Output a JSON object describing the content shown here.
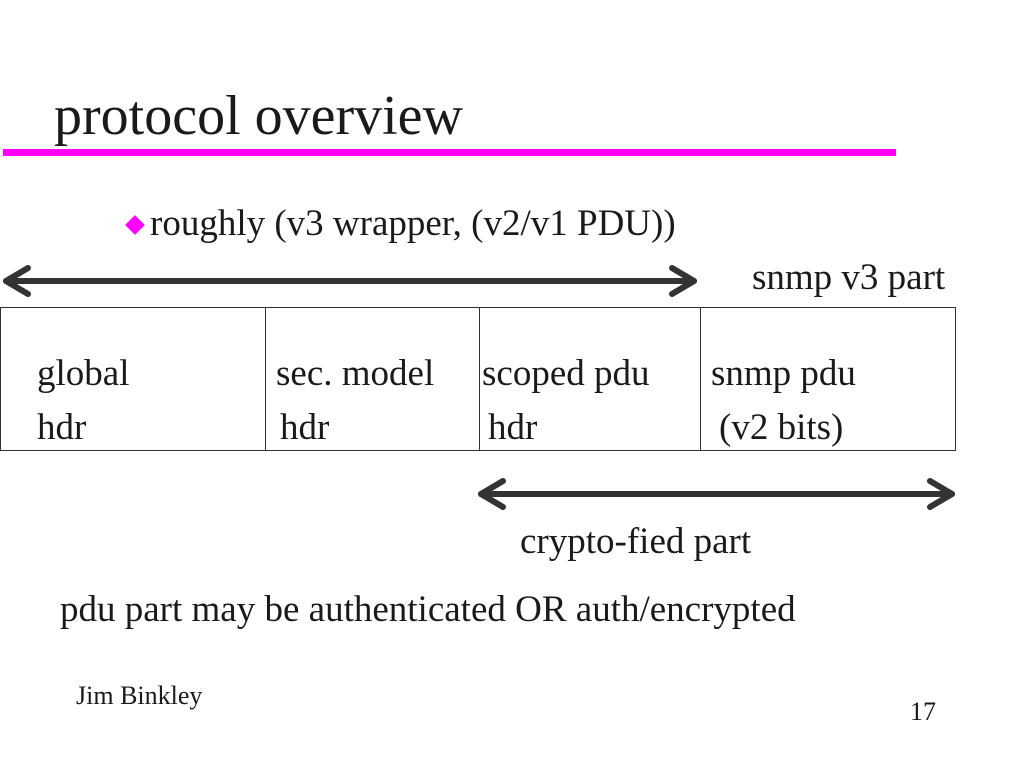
{
  "slide": {
    "title": "protocol overview",
    "bullet": "roughly (v3 wrapper, (v2/v1 PDU))",
    "top_arrow_label": "snmp v3 part",
    "bottom_arrow_label": "crypto-fied part",
    "note": "pdu part may be authenticated OR auth/encrypted",
    "author": "Jim Binkley",
    "page_number": "17"
  },
  "pdu_fields": [
    {
      "line1": "global",
      "line2": "hdr"
    },
    {
      "line1": "sec. model",
      "line2": "hdr"
    },
    {
      "line1": "scoped pdu",
      "line2": "hdr"
    },
    {
      "line1": "snmp pdu",
      "line2": " (v2 bits)"
    }
  ],
  "colors": {
    "accent": "#ff00ff",
    "arrow": "#333333",
    "text": "#1a1a1a"
  },
  "icons": {
    "bullet": "diamond-bullet-icon",
    "top_arrow": "double-headed-arrow-icon",
    "bottom_arrow": "double-headed-arrow-icon"
  }
}
